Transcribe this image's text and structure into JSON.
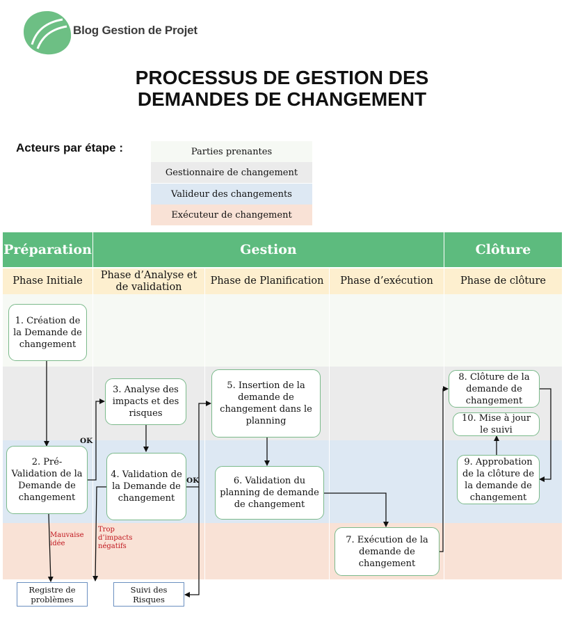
{
  "brand": {
    "name": "Blog Gestion de Projet",
    "colors": {
      "green": "#5dbb7e",
      "logo_green": "#6dbf84"
    }
  },
  "title": {
    "line1": "PROCESSUS DE GESTION DES",
    "line2": "DEMANDES DE CHANGEMENT"
  },
  "actors": {
    "label": "Acteurs par étape :",
    "items": [
      {
        "name": "Parties prenantes",
        "color": "#f6f9f4"
      },
      {
        "name": "Gestionnaire de changement",
        "color": "#ebebeb"
      },
      {
        "name": "Valideur des changements",
        "color": "#dde8f3"
      },
      {
        "name": "Exécuteur de changement",
        "color": "#f9e2d6"
      }
    ]
  },
  "stages": [
    "Préparation",
    "Gestion",
    "Clôture"
  ],
  "phases": [
    "Phase Initiale",
    "Phase d’Analyse et de validation",
    "Phase de Planification",
    "Phase d’exécution",
    "Phase de clôture"
  ],
  "steps": {
    "s1": "1. Création de la Demande de changement",
    "s2": "2. Pré-Validation de la Demande de changement",
    "s3": "3. Analyse des impacts et des risques",
    "s4": "4. Validation de la Demande de changement",
    "s5": "5. Insertion de la demande de changement dans le planning",
    "s6": "6. Validation du planning de demande de changement",
    "s7": "7. Exécution de la demande de changement",
    "s8": "8. Clôture de la demande de changement",
    "s9": "9. Approbation de la clôture de la demande de changement",
    "s10": "10. Mise à jour le suivi"
  },
  "registers": {
    "problems": "Registre de problèmes",
    "risks": "Suivi des Risques"
  },
  "edge_labels": {
    "ok1": "OK",
    "ok2": "OK",
    "bad_idea": "Mauvaise idée",
    "too_many_impacts": "Trop d’impacts négatifs"
  }
}
